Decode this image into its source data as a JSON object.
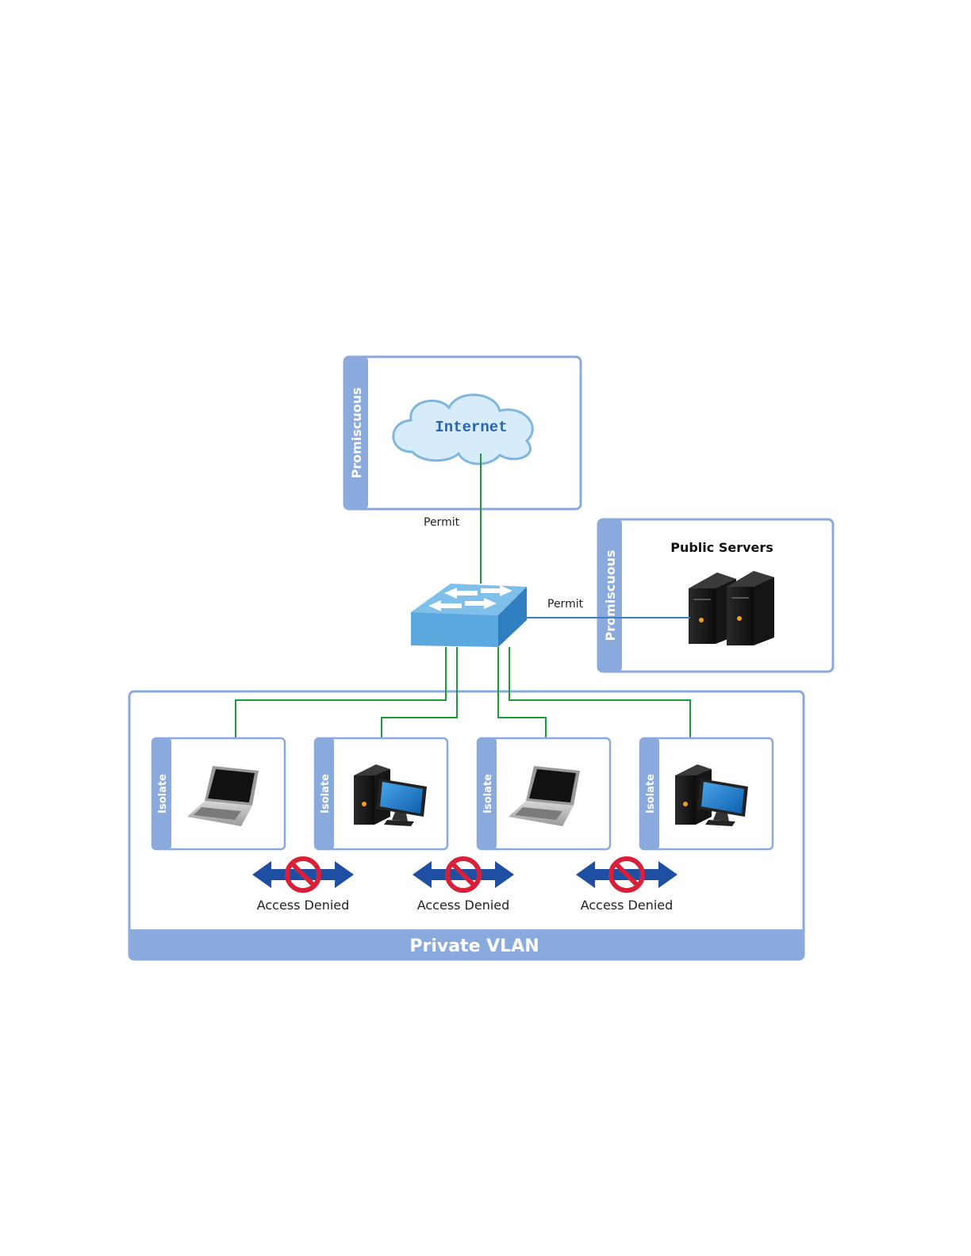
{
  "colors": {
    "frame": "#8aaade",
    "frame_fill": "#8aaade",
    "link_green": "#1a9a3a",
    "link_blue": "#3a7fc1",
    "switch_top": "#7fc0ea",
    "switch_front": "#5aa8de",
    "switch_side": "#2f7fc0",
    "arrow_blue": "#1f4fa3",
    "deny_red": "#d9203a",
    "cloud_fill": "#d7ecfa",
    "cloud_stroke": "#7fb6e0",
    "cloud_text": "#2a63b0"
  },
  "internet_zone": {
    "side_label": "Promiscuous",
    "cloud_label": "Internet",
    "link_label": "Permit"
  },
  "server_zone": {
    "side_label": "Promiscuous",
    "title": "Public Servers",
    "link_label": "Permit"
  },
  "private_vlan": {
    "footer_label": "Private VLAN",
    "hosts": [
      {
        "side_label": "Isolate",
        "device": "laptop-icon"
      },
      {
        "side_label": "Isolate",
        "device": "desktop-pc-icon"
      },
      {
        "side_label": "Isolate",
        "device": "laptop-icon"
      },
      {
        "side_label": "Isolate",
        "device": "desktop-pc-icon"
      }
    ],
    "denials": [
      {
        "label": "Access Denied"
      },
      {
        "label": "Access Denied"
      },
      {
        "label": "Access Denied"
      }
    ]
  }
}
